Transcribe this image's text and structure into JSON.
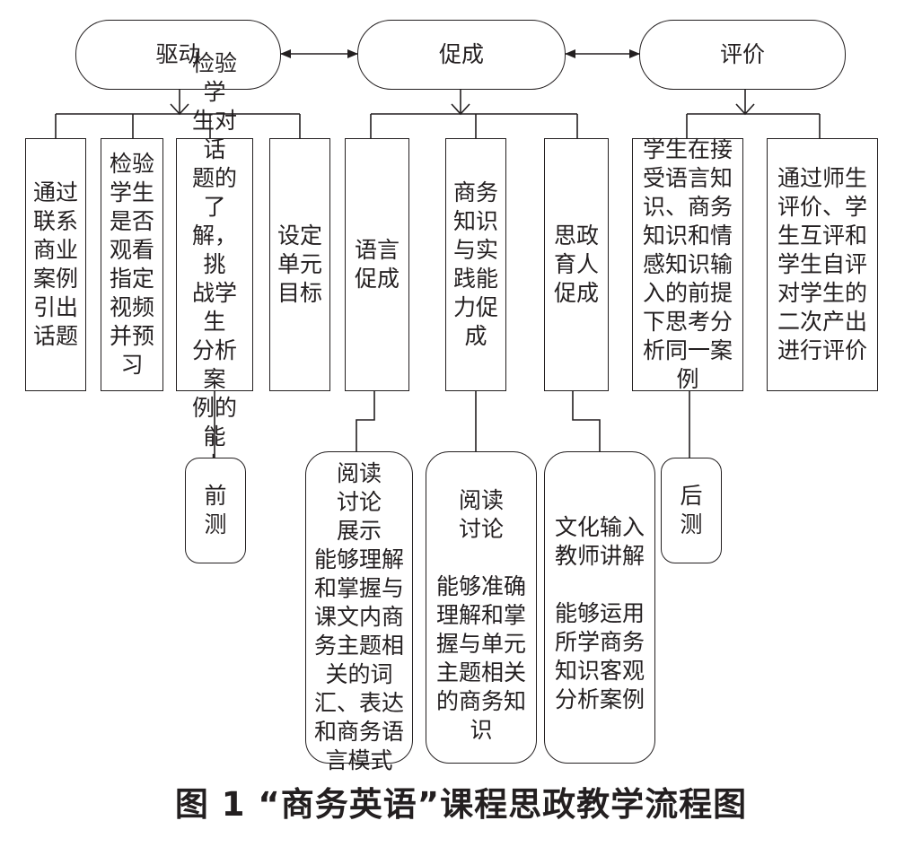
{
  "top": {
    "drive": "驱动",
    "promote": "促成",
    "evaluate": "评价"
  },
  "drive_boxes": [
    "通过\n联系\n商业\n案例\n引出\n话题",
    "检验\n学生\n是否\n观看\n指定\n视频\n并预\n习",
    "检验学\n生对话\n题的了\n解，挑\n战学生\n分析案\n例的能\n力",
    "设定\n单元\n目标"
  ],
  "promote_boxes": [
    "语言\n促成",
    "商务\n知识\n与实\n践能\n力促\n成",
    "思政\n育人\n促成"
  ],
  "evaluate_boxes": [
    "学生在接\n受语言知\n识、商务\n知识和情\n感知识输\n入的前提\n下思考分\n析同一案\n例",
    "通过师生\n评价、学\n生互评和\n学生自评\n对学生的\n二次产出\n进行评价"
  ],
  "pretest": "前\n测",
  "posttest": "后\n测",
  "promote_details": [
    "阅读\n讨论\n展示\n能够理解\n和掌握与\n课文内商\n务主题相\n关的词\n汇、表达\n和商务语\n言模式",
    "阅读\n讨论\n\n能够准确\n理解和掌\n握与单元\n主题相关\n的商务知\n识",
    "文化输入\n教师讲解\n\n能够运用\n所学商务\n知识客观\n分析案例"
  ],
  "caption": "图 1  “商务英语”课程思政教学流程图"
}
